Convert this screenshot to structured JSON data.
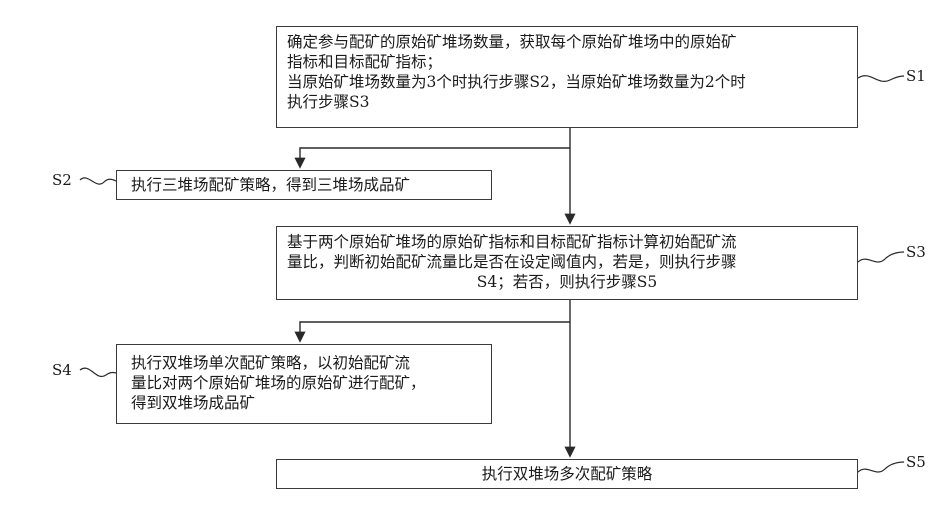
{
  "steps": {
    "s1": {
      "label": "S1",
      "lines": [
        "确定参与配矿的原始矿堆场数量，获取每个原始矿堆场中的原始矿",
        "指标和目标配矿指标；",
        "当原始矿堆场数量为3个时执行步骤S2，当原始矿堆场数量为2个时",
        "执行步骤S3"
      ]
    },
    "s2": {
      "label": "S2",
      "lines": [
        "执行三堆场配矿策略，得到三堆场成品矿"
      ]
    },
    "s3": {
      "label": "S3",
      "lines": [
        "基于两个原始矿堆场的原始矿指标和目标配矿指标计算初始配矿流",
        "量比，判断初始配矿流量比是否在设定阈值内，若是，则执行步骤",
        "S4；若否，则执行步骤S5"
      ]
    },
    "s4": {
      "label": "S4",
      "lines": [
        "执行双堆场单次配矿策略，以初始配矿流",
        "量比对两个原始矿堆场的原始矿进行配矿，",
        "得到双堆场成品矿"
      ]
    },
    "s5": {
      "label": "S5",
      "lines": [
        "执行双堆场多次配矿策略"
      ]
    }
  }
}
